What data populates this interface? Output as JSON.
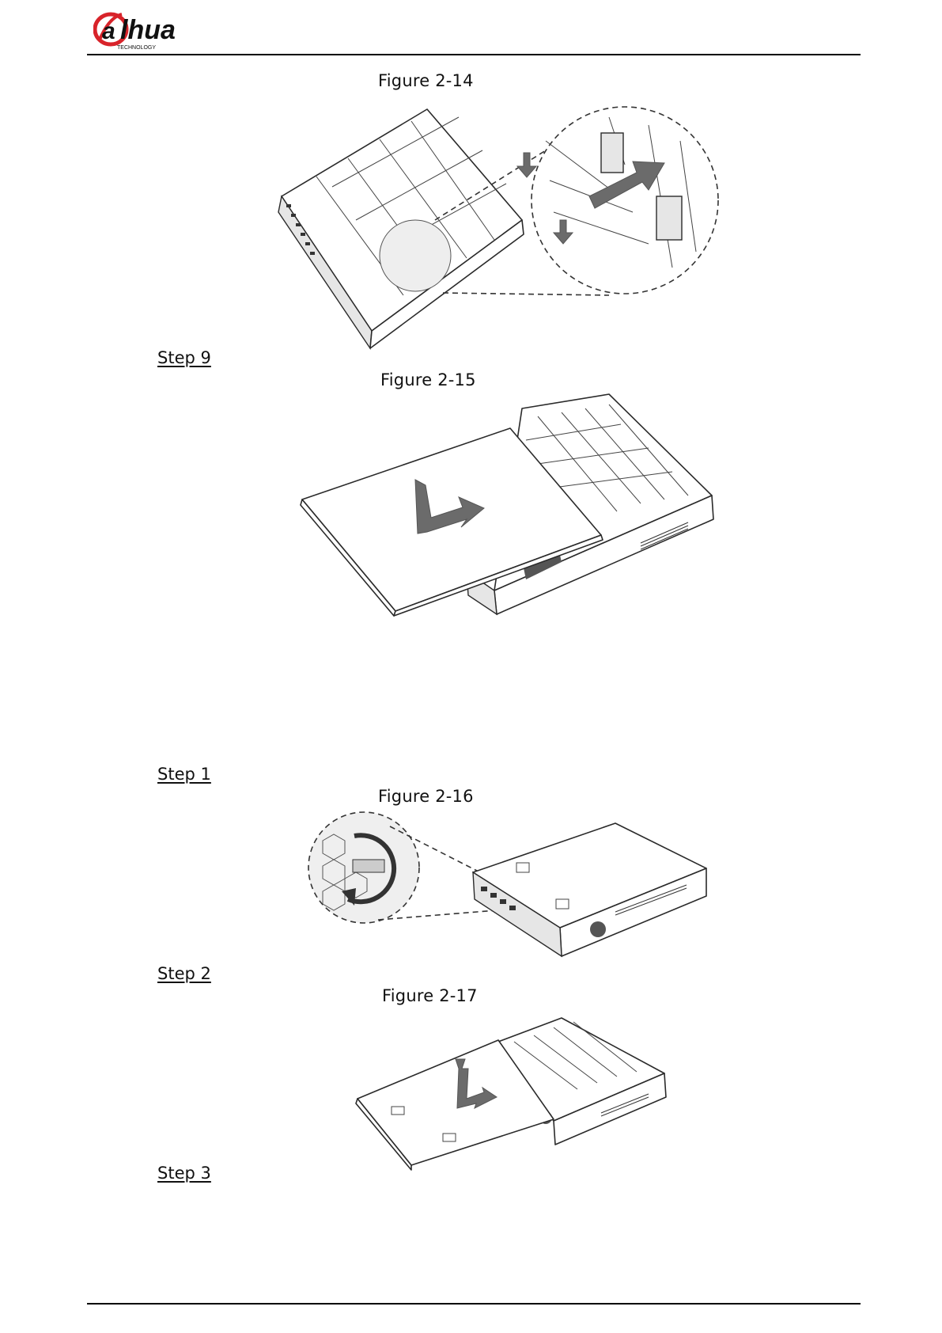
{
  "header": {
    "brand_wordmark": "alhua",
    "brand_tagline": "TECHNOLOGY",
    "brand_color": "#d8232a"
  },
  "figures": [
    {
      "caption": "Figure 2-14"
    },
    {
      "caption": "Figure 2-15"
    },
    {
      "caption": "Figure 2-16"
    },
    {
      "caption": "Figure 2-17"
    }
  ],
  "steps": [
    {
      "label": "Step 9"
    },
    {
      "label": "Step 1"
    },
    {
      "label": "Step 2"
    },
    {
      "label": "Step 3"
    }
  ],
  "icons": {
    "logo": "dahua-logo",
    "figure_illustrations": [
      "hdd-cable-connect-illustration",
      "cover-slide-on-illustration",
      "screw-removal-illustration",
      "cover-lift-off-illustration"
    ]
  }
}
